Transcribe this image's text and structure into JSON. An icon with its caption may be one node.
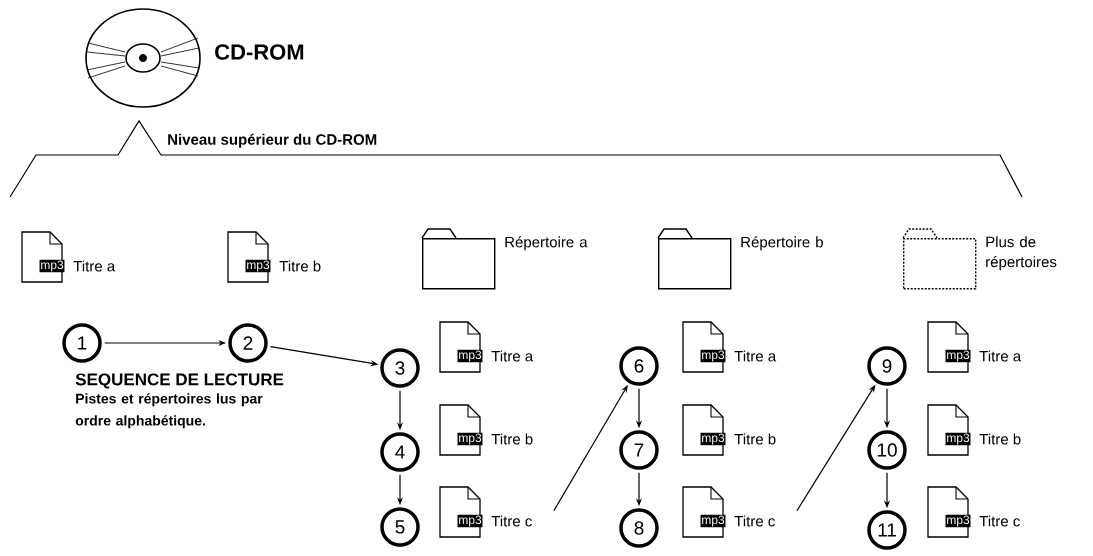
{
  "diagram": {
    "nodes": [
      {
        "text": [
          "mp3"
        ],
        "beside": [
          "Titre a"
        ]
      },
      {
        "text": [
          "mp3"
        ],
        "beside": [
          "Titre b"
        ]
      },
      {
        "text": [],
        "shape": "folder",
        "beside": [
          "Répertoire a"
        ]
      },
      {
        "text": [],
        "shape": "folder",
        "beside": [
          "Répertoire b"
        ]
      },
      {
        "text": [],
        "shape": "folder",
        "beside": [
          "Plus de répertoires"
        ]
      },
      {
        "text": [
          "1"
        ]
      },
      {
        "text": [
          "2"
        ]
      },
      {
        "text": [
          "3"
        ]
      },
      {
        "text": [
          "4"
        ]
      },
      {
        "text": [
          "5"
        ]
      },
      {
        "text": [
          "6"
        ]
      },
      {
        "text": [
          "7"
        ]
      },
      {
        "text": [
          "8"
        ]
      },
      {
        "text": [
          "9"
        ]
      },
      {
        "text": [
          "10"
        ]
      },
      {
        "text": [
          "11"
        ]
      },
      {
        "text": [
          "mp3"
        ],
        "beside": [
          "Titre a"
        ]
      },
      {
        "text": [
          "mp3"
        ],
        "beside": [
          "Titre b"
        ]
      },
      {
        "text": [
          "mp3"
        ],
        "beside": [
          "Titre c"
        ]
      },
      {
        "text": [
          "mp3"
        ],
        "beside": [
          "Titre a"
        ]
      },
      {
        "text": [
          "mp3"
        ],
        "beside": [
          "Titre b"
        ]
      },
      {
        "text": [
          "mp3"
        ],
        "beside": [
          "Titre c"
        ]
      },
      {
        "text": [
          "mp3"
        ],
        "beside": [
          "Titre a"
        ]
      },
      {
        "text": [
          "mp3"
        ],
        "beside": [
          "Titre b"
        ]
      },
      {
        "text": [
          "mp3"
        ],
        "beside": [
          "Titre c"
        ]
      }
    ],
    "edges": [
      {
        "from": 5,
        "to": 6,
        "arrow": "to"
      },
      {
        "from": 6,
        "to": 7,
        "arrow": "to"
      },
      {
        "from": 7,
        "to": 8,
        "arrow": "to"
      },
      {
        "from": 8,
        "to": 9,
        "arrow": "to"
      },
      {
        "from": 18,
        "to": 10,
        "arrow": "to"
      },
      {
        "from": 10,
        "to": 11,
        "arrow": "to"
      },
      {
        "from": 11,
        "to": 12,
        "arrow": "to"
      },
      {
        "from": 21,
        "to": 13,
        "arrow": "to"
      },
      {
        "from": 13,
        "to": 14,
        "arrow": "to"
      },
      {
        "from": 14,
        "to": 15,
        "arrow": "to"
      }
    ],
    "labels": [
      "CD-ROM",
      "Niveau supérieur du CD-ROM",
      "SEQUENCE DE LECTURE",
      "Pistes et répertoires lus par ordre alphabétique."
    ]
  }
}
